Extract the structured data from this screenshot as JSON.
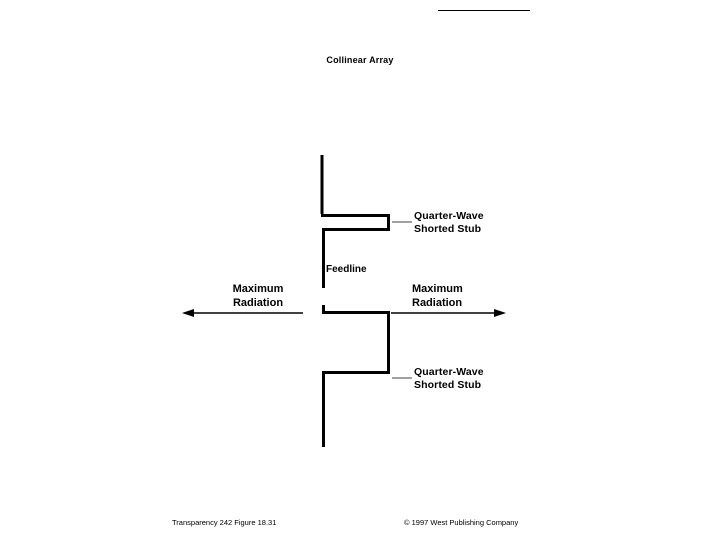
{
  "page": {
    "title": "Collinear Array",
    "background_color": "#ffffff",
    "ink_color": "#000000"
  },
  "labels": {
    "stub_top_line1": "Quarter-Wave",
    "stub_top_line2": "Shorted Stub",
    "stub_bottom_line1": "Quarter-Wave",
    "stub_bottom_line2": "Shorted Stub",
    "feedline": "Feedline",
    "radiation_left_line1": "Maximum",
    "radiation_left_line2": "Radiation",
    "radiation_right_line1": "Maximum",
    "radiation_right_line2": "Radiation"
  },
  "footer": {
    "left": "Transparency 242  Figure 18.31",
    "right": "© 1997 West Publishing Company"
  },
  "diagram": {
    "type": "antenna-schematic",
    "description": "Collinear array antenna with quarter-wave shorted stubs and center feedline, radiating maximum energy left and right",
    "elements": [
      "top-vertical-radiator",
      "top-stub-horizontal",
      "top-stub-vertical",
      "feedline-segment",
      "bottom-stub-vertical",
      "bottom-stub-horizontal",
      "bottom-vertical-radiator",
      "left-radiation-arrow",
      "right-radiation-arrow",
      "stub-leader-top",
      "stub-leader-bottom"
    ]
  }
}
